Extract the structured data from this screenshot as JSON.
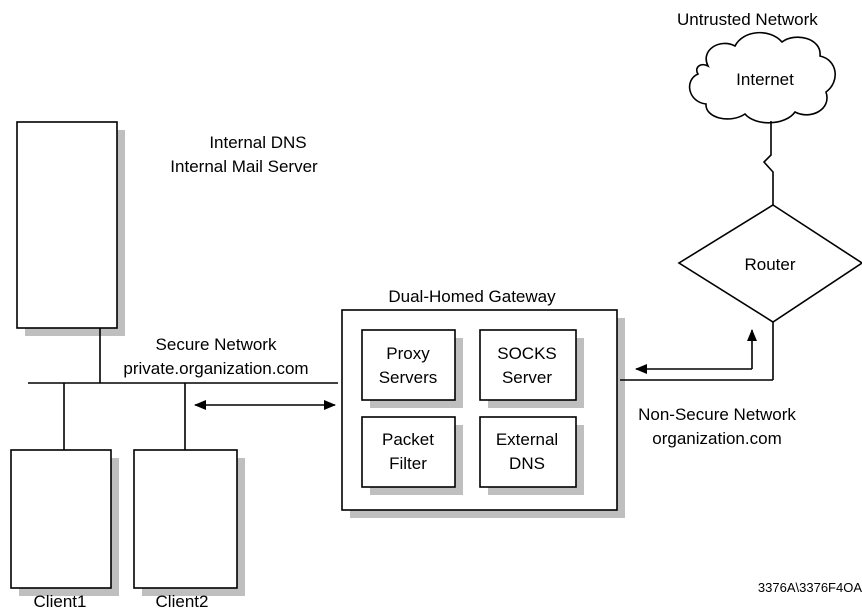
{
  "labels": {
    "untrusted": "Untrusted Network",
    "internet": "Internet",
    "internal_dns": "Internal DNS",
    "internal_mail": "Internal Mail Server",
    "router": "Router",
    "gateway": "Dual-Homed Gateway",
    "secure_network": "Secure Network",
    "secure_domain": "private.organization.com",
    "proxy_l1": "Proxy",
    "proxy_l2": "Servers",
    "socks_l1": "SOCKS",
    "socks_l2": "Server",
    "packet_l1": "Packet",
    "packet_l2": "Filter",
    "extdns_l1": "External",
    "extdns_l2": "DNS",
    "nonsecure_network": "Non-Secure Network",
    "nonsecure_domain": "organization.com",
    "client1": "Client1",
    "client2": "Client2",
    "figure_id": "3376A\\3376F4OA"
  },
  "colors": {
    "line": "#000000",
    "shadow": "#bfbfbf",
    "background": "#ffffff"
  }
}
